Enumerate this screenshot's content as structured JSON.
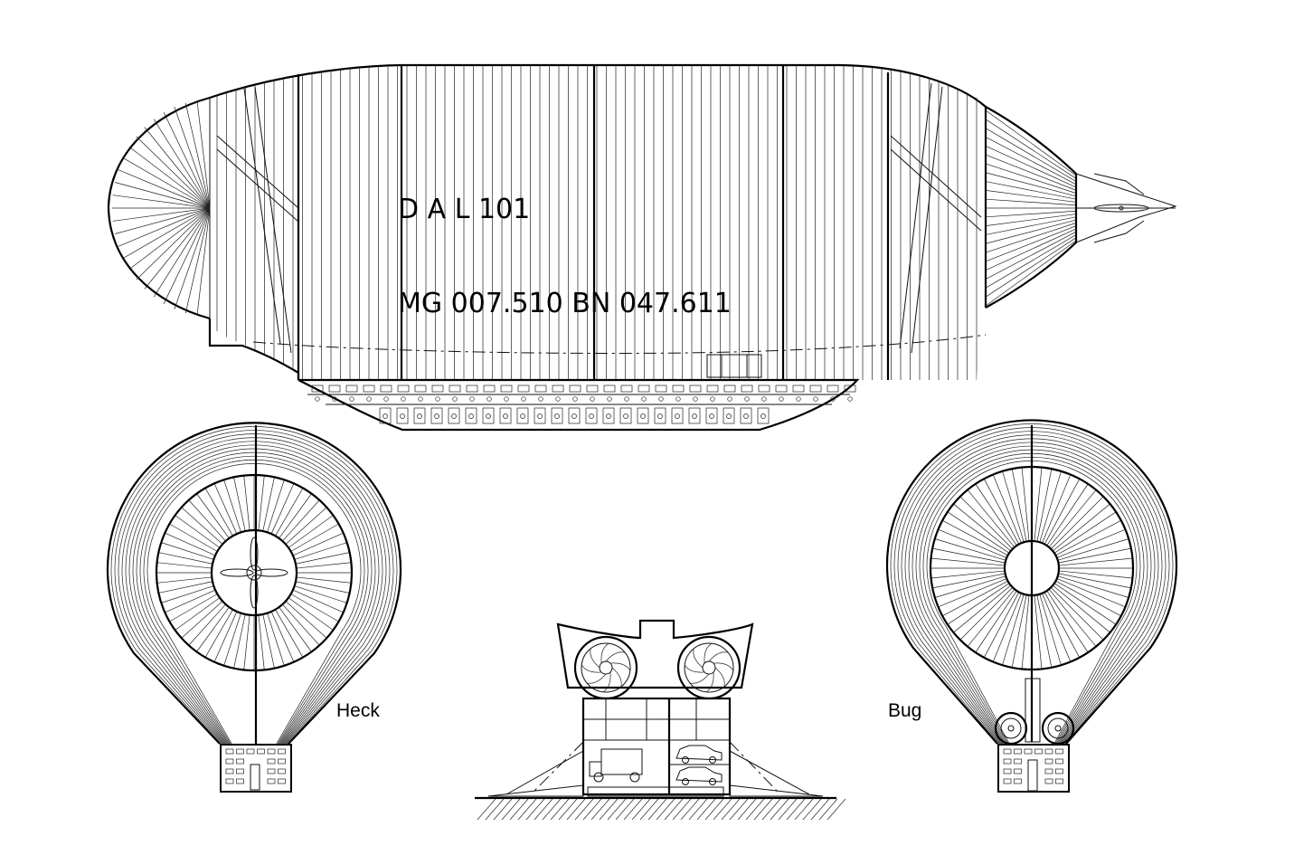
{
  "airship": {
    "name_label": "D A L  101",
    "registration_label": "MG 007.510   BN 047.611"
  },
  "views": {
    "stern_label": "Heck",
    "bow_label": "Bug"
  }
}
